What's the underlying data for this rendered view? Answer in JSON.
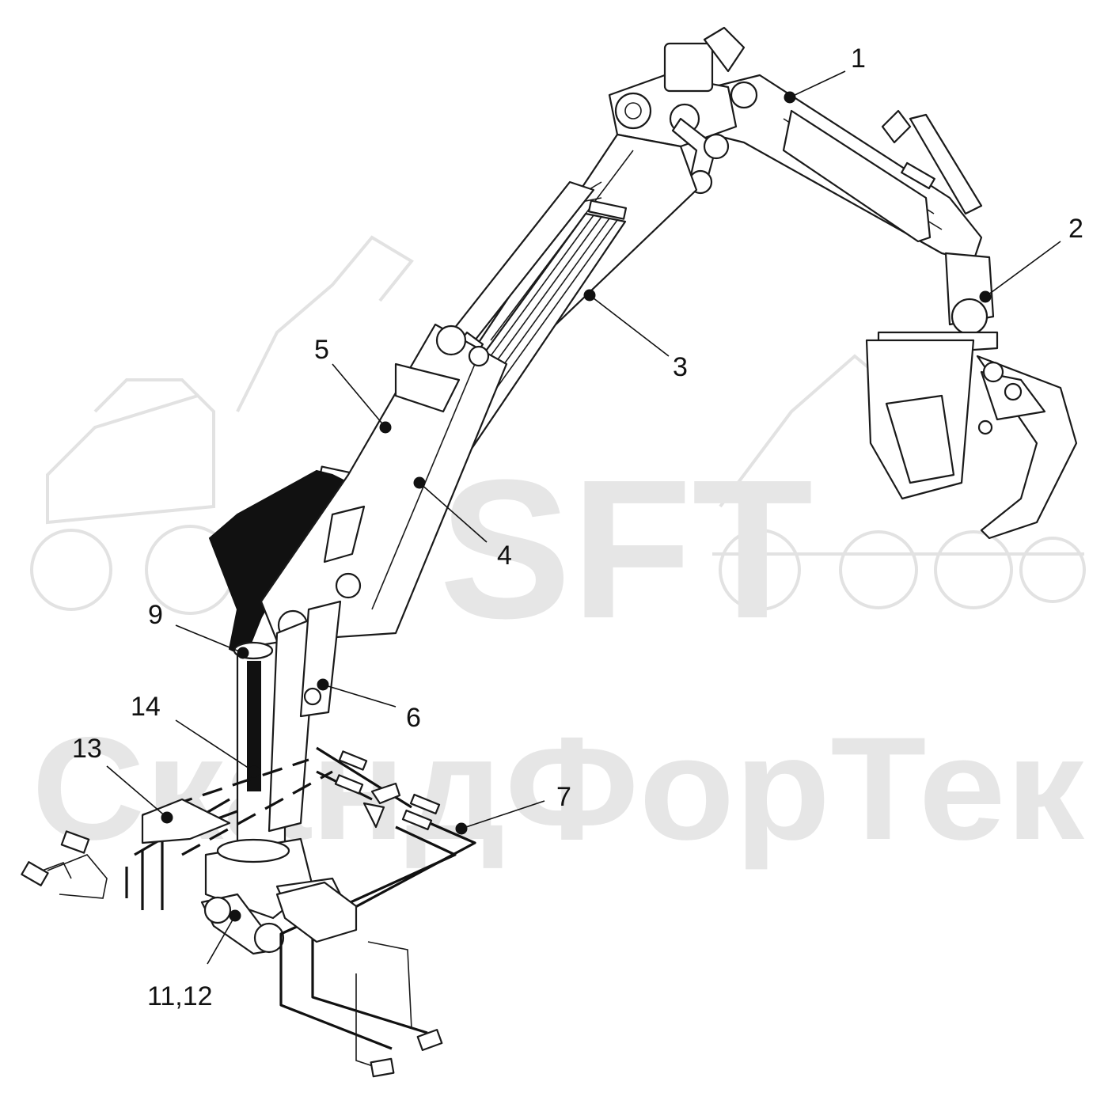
{
  "watermark": {
    "logo_text": "SFT",
    "company_text": "СкандФорТек"
  },
  "callouts": [
    {
      "id": "c1",
      "label": "1"
    },
    {
      "id": "c2",
      "label": "2"
    },
    {
      "id": "c3",
      "label": "3"
    },
    {
      "id": "c4",
      "label": "4"
    },
    {
      "id": "c5",
      "label": "5"
    },
    {
      "id": "c6",
      "label": "6"
    },
    {
      "id": "c7",
      "label": "7"
    },
    {
      "id": "c9",
      "label": "9"
    },
    {
      "id": "c11",
      "label": "11,12"
    },
    {
      "id": "c13",
      "label": "13"
    },
    {
      "id": "c14",
      "label": "14"
    }
  ]
}
